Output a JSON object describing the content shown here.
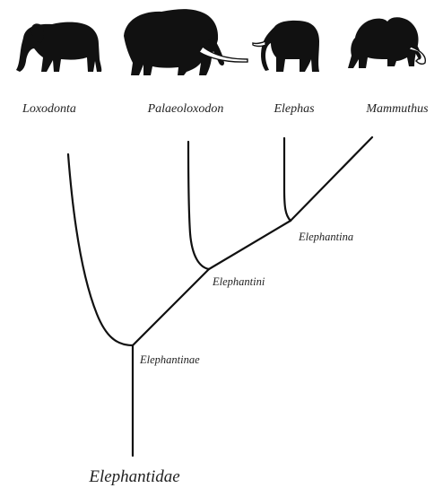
{
  "tips": [
    {
      "id": "loxodonta",
      "label": "Loxodonta",
      "icon": "african-elephant-icon"
    },
    {
      "id": "palaeoloxodon",
      "label": "Palaeoloxodon",
      "icon": "straight-tusked-elephant-icon"
    },
    {
      "id": "elephas",
      "label": "Elephas",
      "icon": "asian-elephant-icon"
    },
    {
      "id": "mammuthus",
      "label": "Mammuthus",
      "icon": "mammoth-icon"
    }
  ],
  "nodes": {
    "elephantina": "Elephantina",
    "elephantini": "Elephantini",
    "elephantinae": "Elephantinae",
    "root": "Elephantidae"
  },
  "colors": {
    "ink": "#111111",
    "background": "#ffffff"
  }
}
